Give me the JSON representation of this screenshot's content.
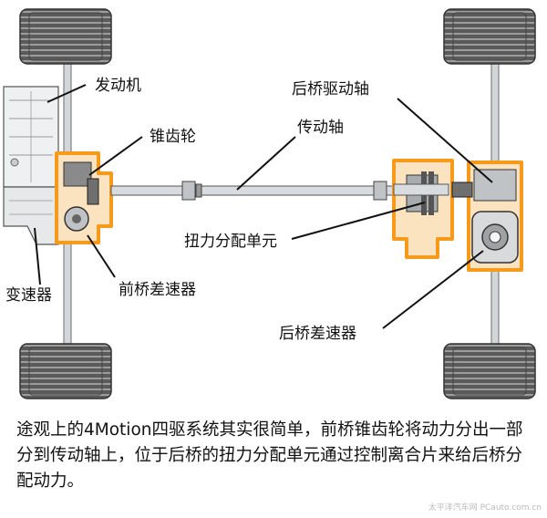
{
  "labels": {
    "engine": "发动机",
    "bevel_gear": "锥齿轮",
    "drive_shaft": "传动轴",
    "rear_drive_axle": "后桥驱动轴",
    "torque_unit": "扭力分配单元",
    "gearbox": "变速器",
    "front_diff": "前桥差速器",
    "rear_diff": "后桥差速器"
  },
  "caption": "途观上的4Motion四驱系统其实很简单，前桥锥齿轮将动力分出一部分到传动轴上，位于后桥的扭力分配单元通过控制离合片来给后桥分配动力。",
  "watermark": "太平洋汽车网 PCauto.com.cn",
  "colors": {
    "highlight": "#f59a1b",
    "metal": "#cfd3d6",
    "tire": "#555555",
    "tire_tread": "#9a9a9a",
    "text": "#111111"
  }
}
